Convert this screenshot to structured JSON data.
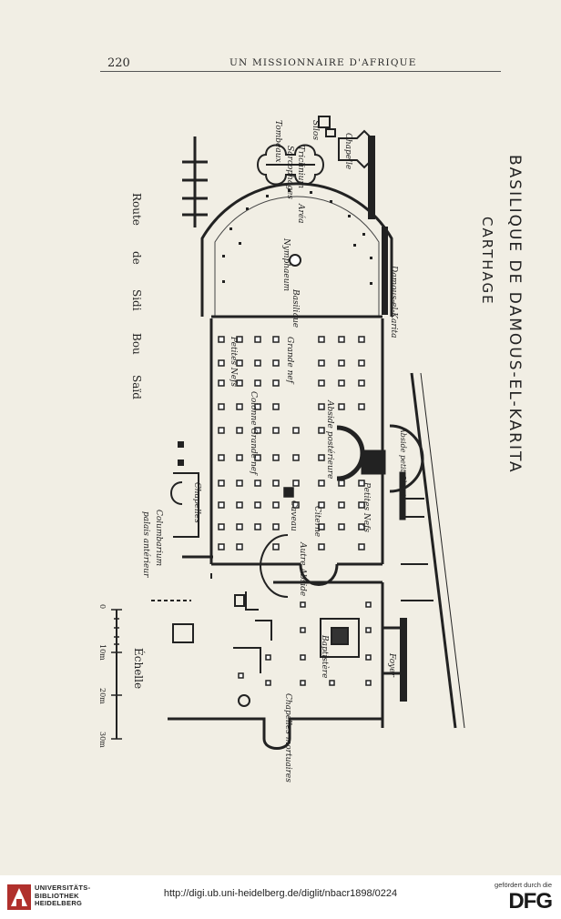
{
  "header": {
    "page_number": "220",
    "running_title": "UN MISSIONNAIRE D'AFRIQUE"
  },
  "plan": {
    "title": "BASILIQUE DE DAMOUS-EL-KARITA",
    "subtitle": "CARTHAGE",
    "labels": {
      "chapelle": "Chapelle",
      "silos": "Silos",
      "tombeaux": "Tombeaux",
      "triclinium": "Triclinium",
      "sarcophages": "Sarcophages",
      "area": "Aréa",
      "nymphaeum": "Nymphaeum",
      "damous": "Damous-el-Karita",
      "basilique": "Basilique",
      "grande_nef": "Grande nef",
      "petites_nefs_left": "Petites Nefs",
      "abside_posterieure": "Abside postérieure",
      "abside_petit_chantre": "Abside petit Chantre",
      "colonne_grande_nef": "Colonne Grande nef",
      "petites_nefs_right": "Petites Nefs",
      "caveau": "Caveau",
      "citerne": "Citerne",
      "autre_abside": "Autre Abside",
      "chapelles_left": "Chapelles",
      "columbarium": "Columbarium",
      "palais_anterieur": "palais antérieur",
      "baptistere": "Baptistère",
      "foyer": "Foyer",
      "chapelles_mortuaires": "Chapelles mortuaires"
    },
    "road": {
      "route": "Route",
      "de": "de",
      "sidi": "Sidi",
      "bou": "Bou",
      "said": "Saïd"
    },
    "scale": {
      "label": "Échelle",
      "ticks": [
        "0",
        "10m",
        "20m",
        "30m"
      ]
    }
  },
  "footer": {
    "library_name_line1": "UNIVERSITÄTS-",
    "library_name_line2": "BIBLIOTHEK",
    "library_name_line3": "HEIDELBERG",
    "url": "http://digi.ub.uni-heidelberg.de/diglit/nbacr1898/0224",
    "funded_by": "gefördert durch die",
    "funder_logo_text": "DFG"
  },
  "colors": {
    "paper": "#f1eee4",
    "ink": "#222222",
    "footer_bg": "#ffffff",
    "logo_red": "#b0302c"
  }
}
